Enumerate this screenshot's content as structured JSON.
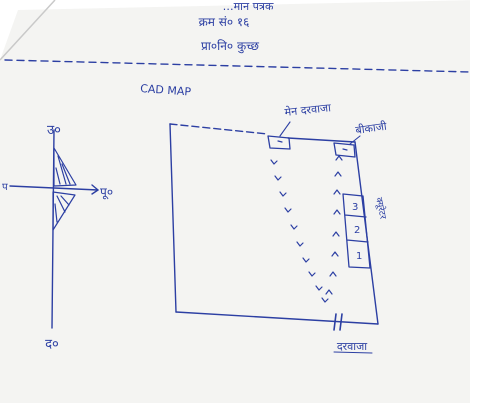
{
  "header": {
    "line_top": "…मान पत्रक",
    "line_1": "क्रम सं० १६",
    "line_2": "प्रा०नि० कुच्छ"
  },
  "map": {
    "title": "CAD MAP",
    "label_entry": "मेन दरवाजा",
    "label_exit": "बीकाजी",
    "label_stack": "क्यूरेटर",
    "label_gate": "दरवाजा",
    "boxes": [
      "3",
      "2",
      "1"
    ]
  },
  "compass": {
    "north": "उ०",
    "east": "पू०",
    "south": "द०",
    "west": "प"
  },
  "colors": {
    "ink": "#2c3fa3",
    "paper": "#f4f4f2",
    "background": "#ffffff"
  }
}
